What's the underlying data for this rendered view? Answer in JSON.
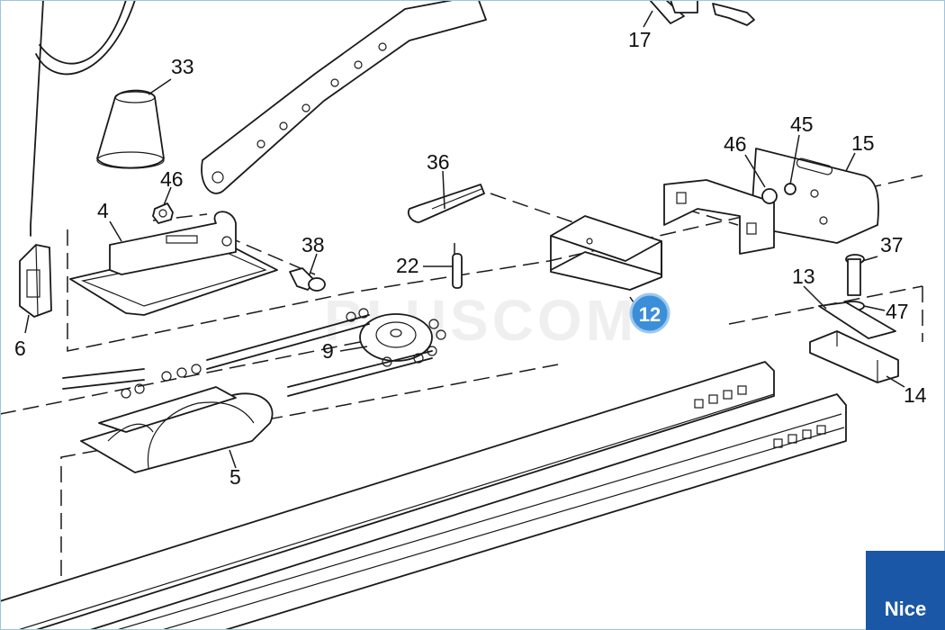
{
  "part_labels": {
    "p17": "17",
    "p33": "33",
    "p46a": "46",
    "p4": "4",
    "p38": "38",
    "p6": "6",
    "p36": "36",
    "p22": "22",
    "p9": "9",
    "p5": "5",
    "p46b": "46",
    "p45": "45",
    "p15": "15",
    "p37": "37",
    "p13": "13",
    "p47": "47",
    "p14": "14"
  },
  "highlight_badge": "12",
  "watermark": "PLUSCOM",
  "brand": "Nice",
  "colors": {
    "badge": "#3b8ed8",
    "brand": "#1a57a6",
    "line": "#1a1a1a"
  }
}
